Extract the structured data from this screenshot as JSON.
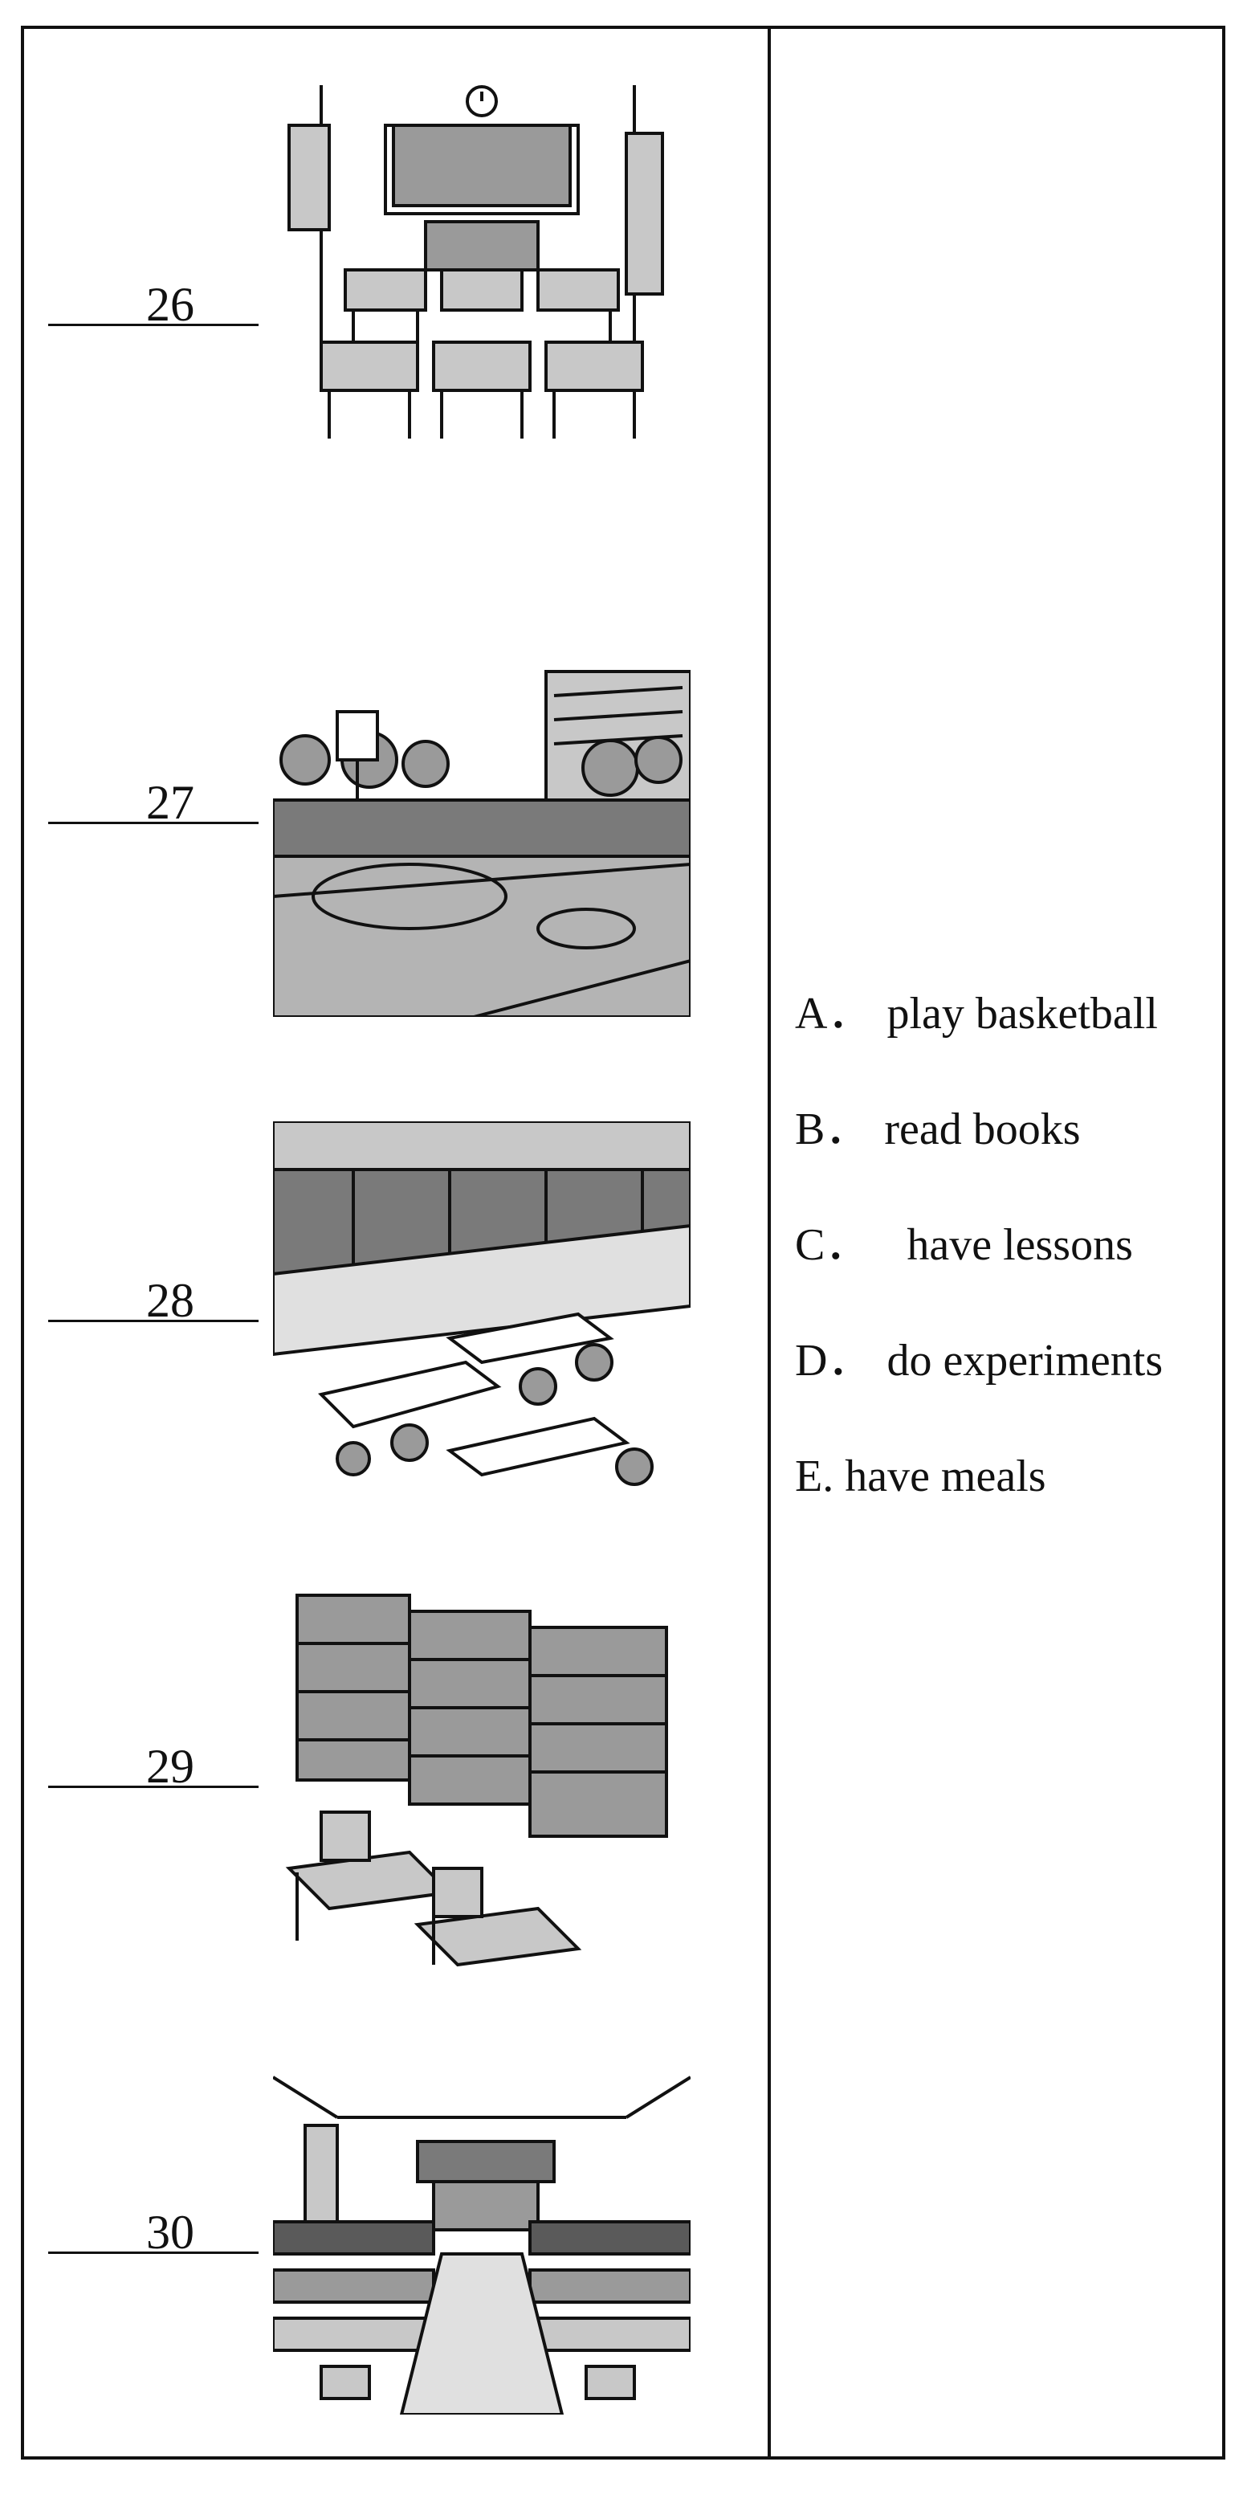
{
  "questions": [
    {
      "number": "26",
      "picture_icon": "classroom-icon"
    },
    {
      "number": "27",
      "picture_icon": "basketball-court-icon"
    },
    {
      "number": "28",
      "picture_icon": "dining-hall-icon"
    },
    {
      "number": "29",
      "picture_icon": "library-icon"
    },
    {
      "number": "30",
      "picture_icon": "laboratory-icon"
    }
  ],
  "options": [
    {
      "letter": "A",
      "sep": "．",
      "text": "play basketball"
    },
    {
      "letter": "B",
      "sep": "．",
      "text": "read books"
    },
    {
      "letter": "C",
      "sep": "．",
      "text": "  have lessons"
    },
    {
      "letter": "D",
      "sep": "．",
      "text": "do experiments"
    },
    {
      "letter": "E",
      "sep": ". ",
      "text": "have meals"
    }
  ],
  "colors": {
    "ink": "#111111",
    "shade": "#9a9a9a",
    "light_shade": "#c8c8c8",
    "dark_shade": "#5a5a5a"
  }
}
